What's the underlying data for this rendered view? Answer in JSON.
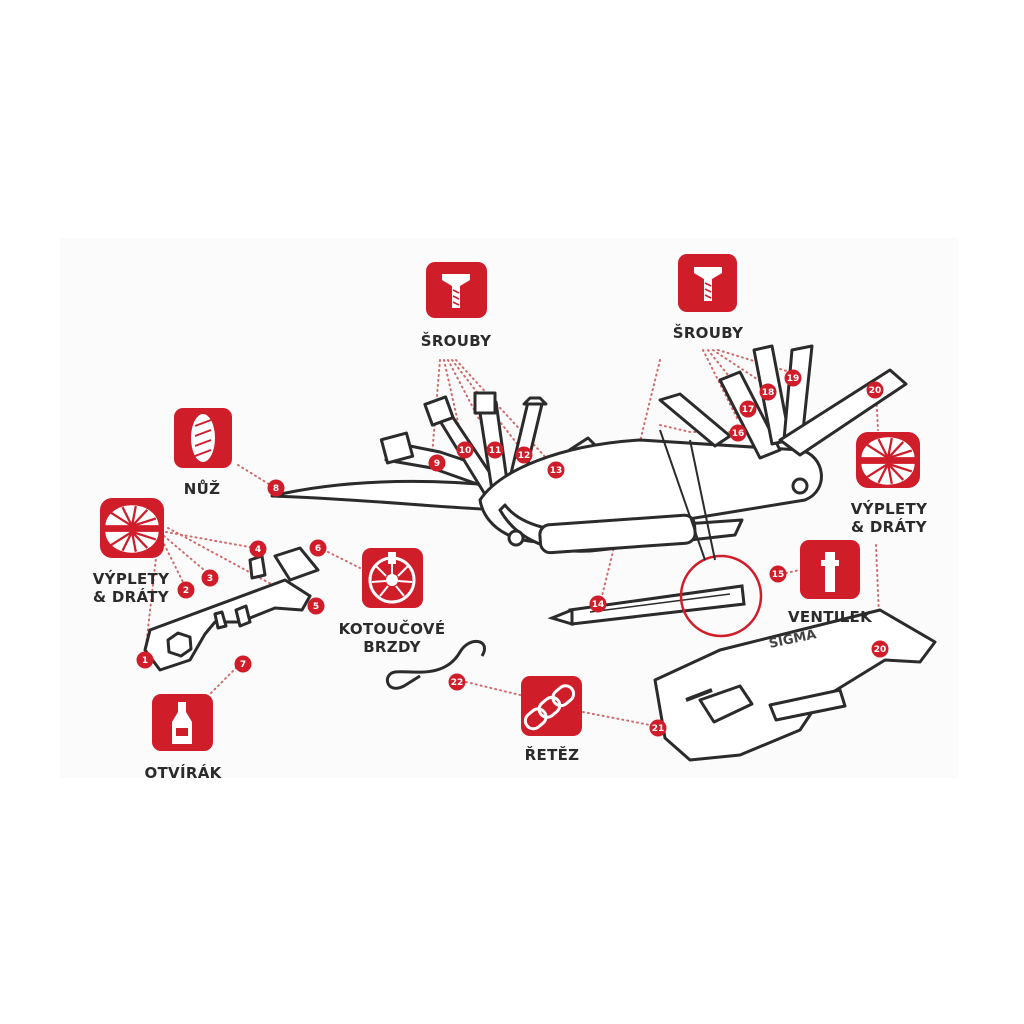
{
  "labels": {
    "screws_left": "ŠROUBY",
    "screws_right": "ŠROUBY",
    "knife": "NŮŽ",
    "spokes_left_1": "VÝPLETY",
    "spokes_left_2": "& DRÁTY",
    "spokes_right_1": "VÝPLETY",
    "spokes_right_2": "& DRÁTY",
    "disc_brakes_1": "KOTOUČOVÉ",
    "disc_brakes_2": "BRZDY",
    "valve": "VENTILEK",
    "chain": "ŘETĚZ",
    "opener": "OTVÍRÁK",
    "brand": "SIGMA"
  },
  "callouts": [
    "1",
    "2",
    "3",
    "4",
    "5",
    "6",
    "7",
    "8",
    "9",
    "10",
    "11",
    "12",
    "13",
    "14",
    "15",
    "16",
    "17",
    "18",
    "19",
    "20",
    "20",
    "21",
    "22"
  ],
  "icons": [
    "screw-icon",
    "screw-icon",
    "bread-knife-icon",
    "spoke-wheel-icon",
    "spoke-wheel-icon",
    "disc-brake-icon",
    "valve-icon",
    "chain-icon",
    "bottle-icon"
  ],
  "colors": {
    "accent": "#d01d2a",
    "outline": "#2b2b2b",
    "dots": "#c0392b"
  }
}
